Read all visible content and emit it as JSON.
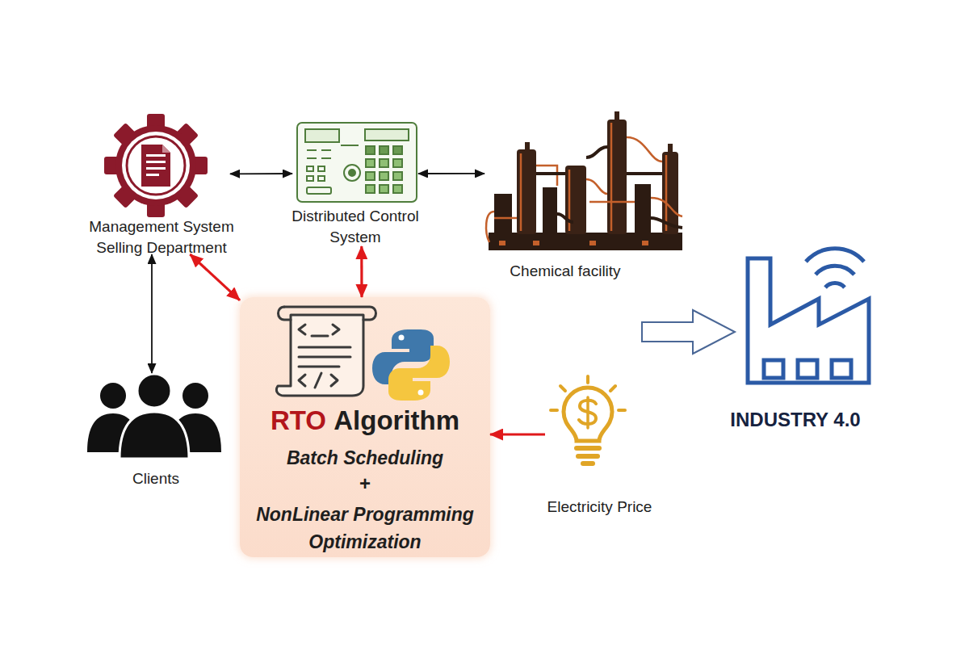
{
  "diagram": {
    "nodes": [
      {
        "text": [
          "Management System Selling Department"
        ]
      },
      {
        "text": [
          "Distributed Control System"
        ]
      },
      {
        "text": [
          "Chemical facility"
        ]
      },
      {
        "text": [
          "Clients"
        ]
      },
      {
        "text": [
          "RTO",
          "Algorithm",
          "Batch Scheduling",
          "+",
          "NonLinear Programming Optimization"
        ]
      },
      {
        "text": [
          "Electricity Price"
        ]
      },
      {
        "text": [
          "INDUSTRY 4.0"
        ]
      }
    ],
    "edges": [
      {
        "from": 0,
        "to": 1,
        "arrow": "both"
      },
      {
        "from": 1,
        "to": 2,
        "arrow": "both"
      },
      {
        "from": 0,
        "to": 3,
        "arrow": "both"
      },
      {
        "from": 0,
        "to": 4,
        "arrow": "both"
      },
      {
        "from": 1,
        "to": 4,
        "arrow": "both"
      },
      {
        "from": 5,
        "to": 4,
        "arrow": "to"
      }
    ]
  }
}
